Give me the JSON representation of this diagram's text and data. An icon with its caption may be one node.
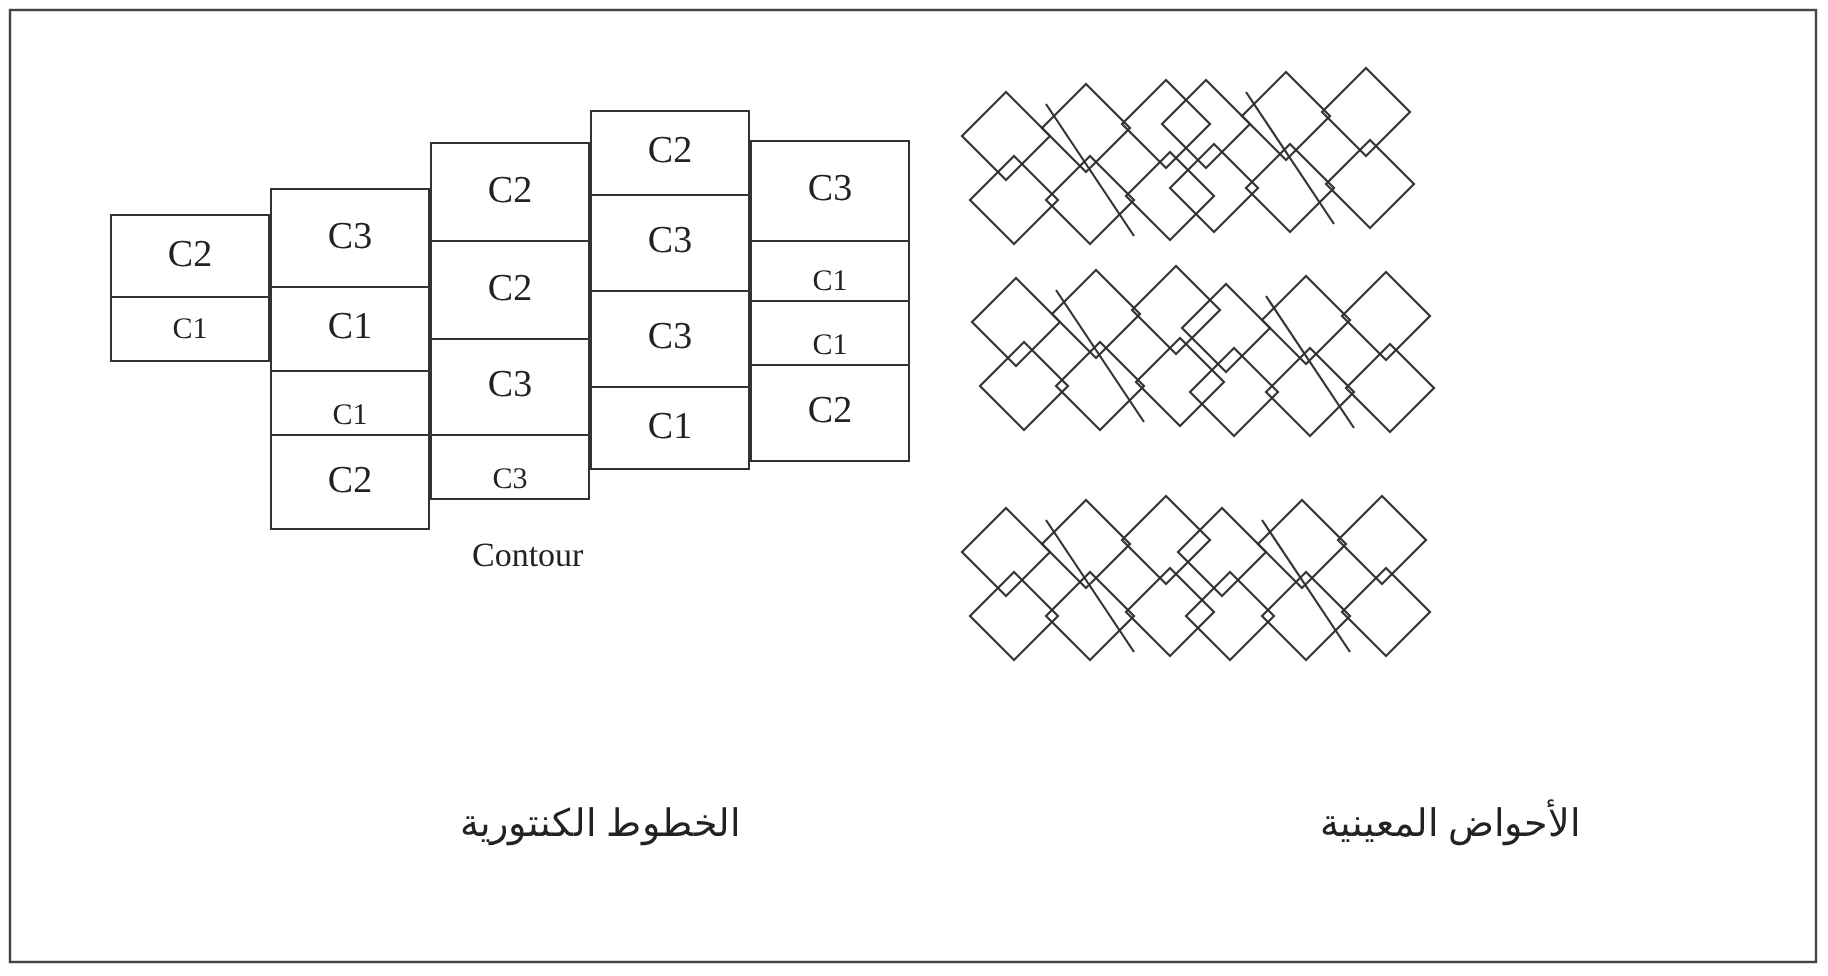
{
  "diagram": {
    "nodes": [
      {
        "text": [
          "C2"
        ]
      },
      {
        "text": [
          "C1"
        ]
      },
      {
        "text": [
          "C3"
        ]
      },
      {
        "text": [
          "C1"
        ]
      },
      {
        "text": [
          "C1"
        ]
      },
      {
        "text": [
          "C2"
        ]
      },
      {
        "text": [
          "C2"
        ]
      },
      {
        "text": [
          "C2"
        ]
      },
      {
        "text": [
          "C3"
        ]
      },
      {
        "text": [
          "C3"
        ]
      },
      {
        "text": [
          "C2"
        ]
      },
      {
        "text": [
          "C3"
        ]
      },
      {
        "text": [
          "C3"
        ]
      },
      {
        "text": [
          "C1"
        ]
      },
      {
        "text": [
          "C3"
        ]
      },
      {
        "text": [
          "C1"
        ]
      },
      {
        "text": [
          "C1"
        ]
      },
      {
        "text": [
          "C2"
        ]
      }
    ],
    "labels": [
      "Contour",
      "الخطوط الكنتورية",
      "الأحواض المعينية"
    ]
  }
}
